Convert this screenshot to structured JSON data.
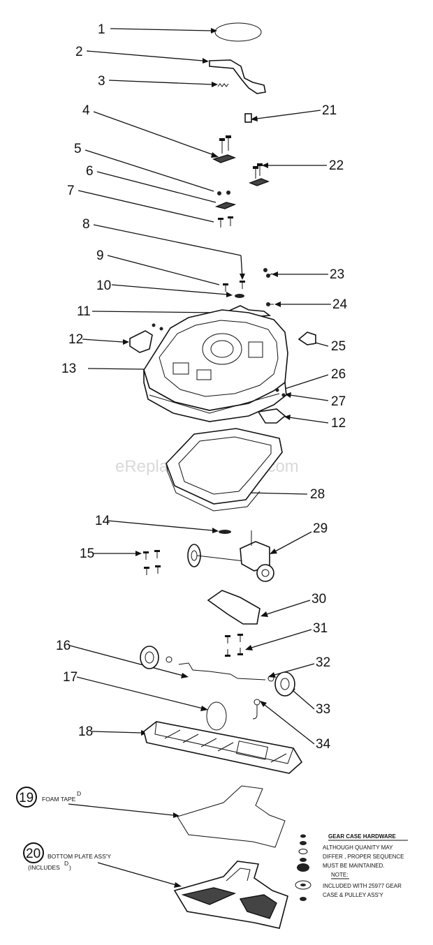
{
  "watermark": "eReplacementParts.com",
  "callouts": [
    {
      "id": "c1",
      "label": "1"
    },
    {
      "id": "c2",
      "label": "2"
    },
    {
      "id": "c3",
      "label": "3"
    },
    {
      "id": "c4",
      "label": "4"
    },
    {
      "id": "c5",
      "label": "5"
    },
    {
      "id": "c6",
      "label": "6"
    },
    {
      "id": "c7",
      "label": "7"
    },
    {
      "id": "c8",
      "label": "8"
    },
    {
      "id": "c9",
      "label": "9"
    },
    {
      "id": "c10",
      "label": "10"
    },
    {
      "id": "c11",
      "label": "11"
    },
    {
      "id": "c12a",
      "label": "12"
    },
    {
      "id": "c13",
      "label": "13"
    },
    {
      "id": "c14",
      "label": "14"
    },
    {
      "id": "c15",
      "label": "15"
    },
    {
      "id": "c16",
      "label": "16"
    },
    {
      "id": "c17",
      "label": "17"
    },
    {
      "id": "c18",
      "label": "18"
    },
    {
      "id": "c19",
      "label": "19"
    },
    {
      "id": "c20",
      "label": "20"
    },
    {
      "id": "c21",
      "label": "21"
    },
    {
      "id": "c22",
      "label": "22"
    },
    {
      "id": "c23",
      "label": "23"
    },
    {
      "id": "c24",
      "label": "24"
    },
    {
      "id": "c25",
      "label": "25"
    },
    {
      "id": "c26",
      "label": "26"
    },
    {
      "id": "c27",
      "label": "27"
    },
    {
      "id": "c12b",
      "label": "12"
    },
    {
      "id": "c28",
      "label": "28"
    },
    {
      "id": "c29",
      "label": "29"
    },
    {
      "id": "c30",
      "label": "30"
    },
    {
      "id": "c31",
      "label": "31"
    },
    {
      "id": "c32",
      "label": "32"
    },
    {
      "id": "c33",
      "label": "33"
    },
    {
      "id": "c34",
      "label": "34"
    }
  ],
  "labels": {
    "foam_tape": "FOAM TAPE",
    "foam_tape_mark": "D",
    "bottom_plate": "BOTTOM PLATE ASS'Y",
    "includes": "(INCLUDES",
    "includes_mark": "D",
    "includes_close": ")"
  },
  "gear_note": {
    "title": "GEAR CASE HARDWARE",
    "line1": "ALTHOUGH QUANITY MAY",
    "line2": "DIFFER , PROPER SEQUENCE",
    "line3": "MUST BE MAINTAINED.",
    "note_title": "NOTE:",
    "line4": "INCLUDED WITH 25977 GEAR",
    "line5": "CASE & PULLEY ASS'Y"
  }
}
